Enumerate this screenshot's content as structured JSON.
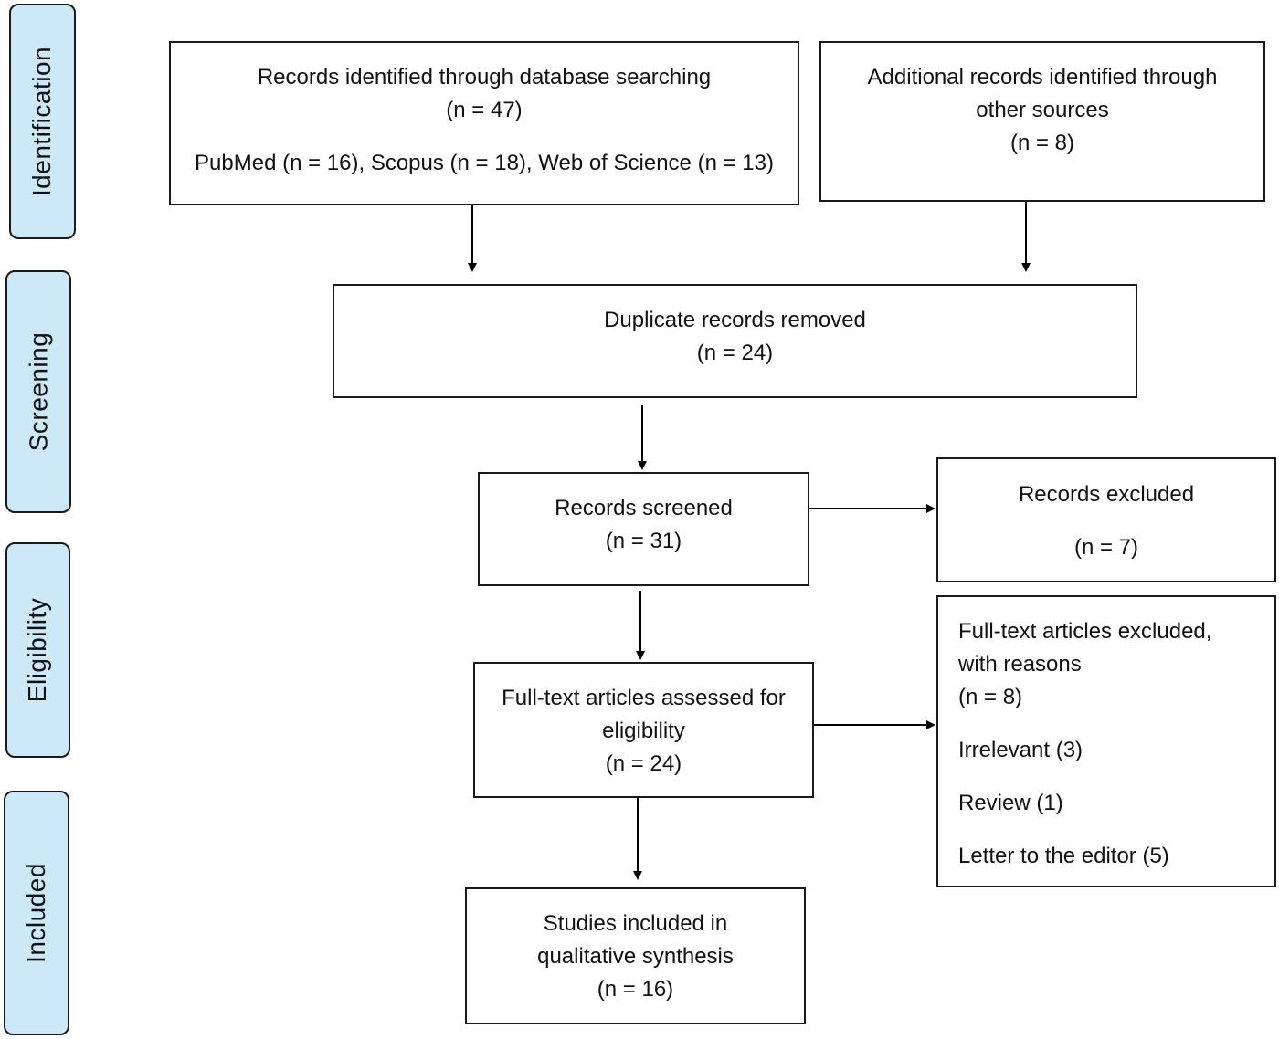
{
  "stages": {
    "identification": "Identification",
    "screening": "Screening",
    "eligibility": "Eligibility",
    "included": "Included"
  },
  "boxes": {
    "database": {
      "title": "Records identified through database searching",
      "count": "(n = 47)",
      "sources": "PubMed (n = 16), Scopus (n = 18), Web of Science (n = 13)"
    },
    "other": {
      "line1": "Additional records identified through",
      "line2": "other sources",
      "count": "(n = 8)"
    },
    "duplicates": {
      "title": "Duplicate records removed",
      "count": "(n = 24)"
    },
    "screened": {
      "title": "Records screened",
      "count": "(n = 31)"
    },
    "excluded": {
      "title": "Records excluded",
      "count": "(n = 7)"
    },
    "fulltext": {
      "line1": "Full-text articles assessed for",
      "line2": "eligibility",
      "count": "(n = 24)"
    },
    "fulltext_excluded": {
      "line1": "Full-text articles excluded,",
      "line2": "with reasons",
      "count": "(n = 8)",
      "reasons": [
        "Irrelevant (3)",
        "Review (1)",
        "Letter to the editor (5)"
      ]
    },
    "included": {
      "line1": "Studies included in",
      "line2": "qualitative synthesis",
      "count": "(n = 16)"
    }
  },
  "colors": {
    "stage_fill": "#cde8f6",
    "border": "#1a1a1a",
    "arrow": "#000000"
  }
}
